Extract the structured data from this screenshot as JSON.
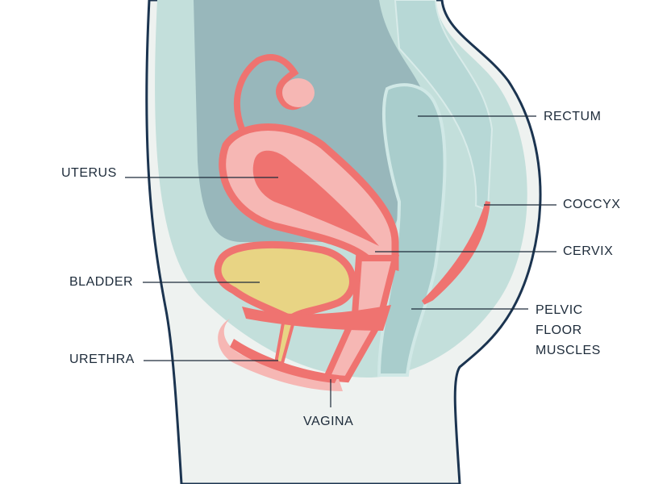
{
  "labels": {
    "uterus": "UTERUS",
    "bladder": "BLADDER",
    "urethra": "URETHRA",
    "vagina": "VAGINA",
    "rectum": "RECTUM",
    "coccyx": "COCCYX",
    "cervix": "CERVIX",
    "pelvic_floor": [
      "PELVIC",
      "FLOOR",
      "MUSCLES"
    ]
  },
  "colors": {
    "skin": "#eef2f0",
    "outline": "#1b3450",
    "tissue": "#c3dfdb",
    "cavity": "#98b7bb",
    "organ_red": "#ef7370",
    "organ_pink": "#f6b7b4",
    "bladder": "#e8d484",
    "leader": "#1d2b3a"
  }
}
